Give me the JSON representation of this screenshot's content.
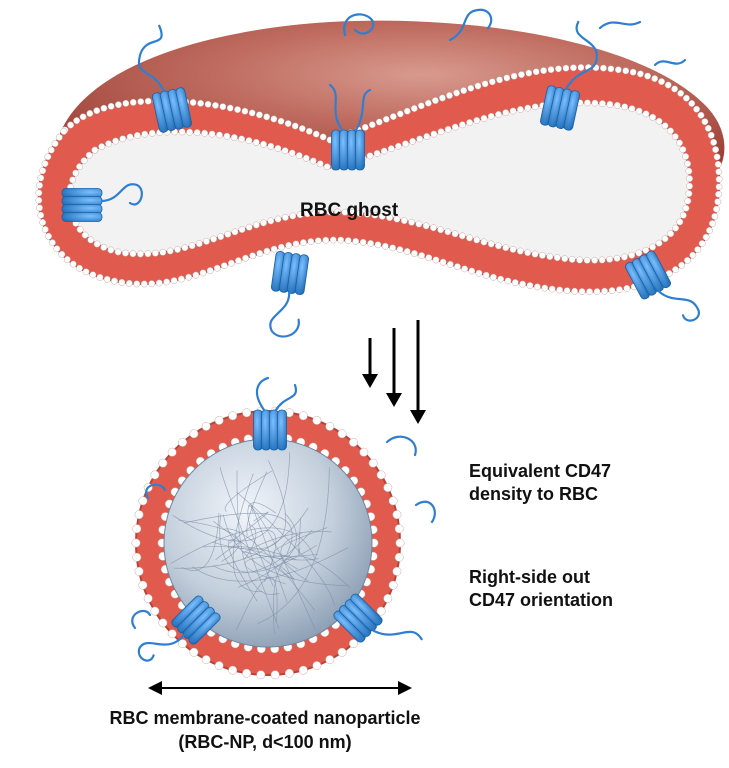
{
  "labels": {
    "ghost": "RBC ghost",
    "note_density": [
      "Equivalent CD47",
      "density to RBC"
    ],
    "note_orientation": [
      "Right-side out",
      "CD47 orientation"
    ],
    "caption": [
      "RBC membrane-coated nanoparticle",
      "(RBC-NP, d<100 nm)"
    ]
  },
  "colors": {
    "membrane": "#e05a4e",
    "membrane_dark": "#b84338",
    "lipid_head": "#ffffff",
    "cell_top": "#b8544a",
    "interior": "#f2f2f2",
    "protein": "#2f86d6",
    "core": "#a9b9cc",
    "arrow": "#000000"
  },
  "icons": [
    "cd47-protein-icon",
    "lipid-bilayer-icon",
    "polymer-core-icon",
    "arrow-icon"
  ]
}
